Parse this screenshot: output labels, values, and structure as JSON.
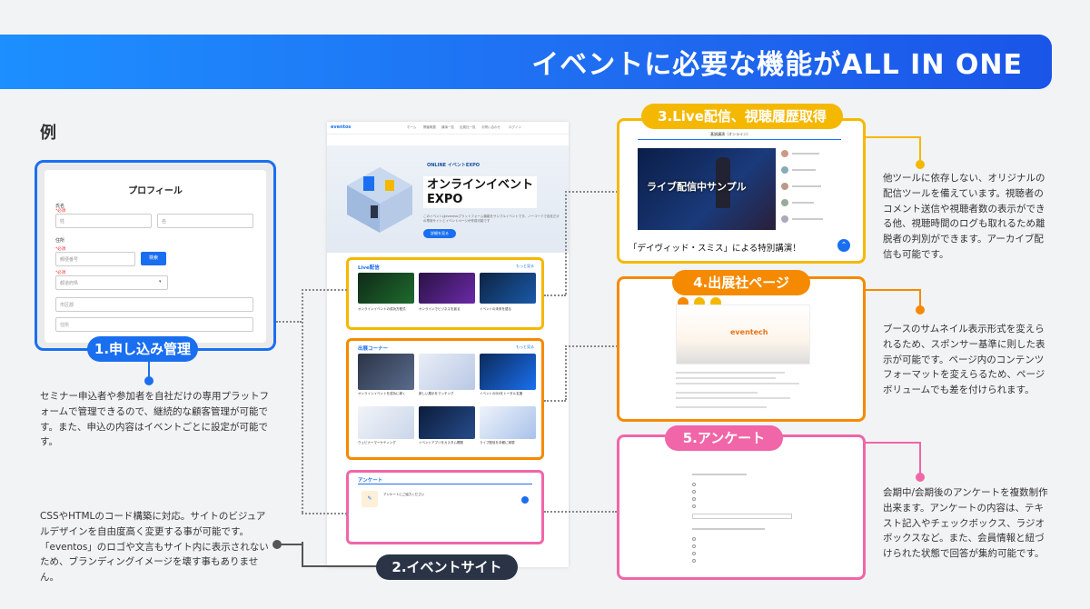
{
  "banner": {
    "title": "イベントに必要な機能がALL IN ONE"
  },
  "example_label": "例",
  "box1": {
    "pill": "1.申し込み管理",
    "form": {
      "title": "プロフィール",
      "name_label": "氏名",
      "required": "*必須",
      "sei_placeholder": "姓",
      "mei_placeholder": "名",
      "address_label": "住所",
      "postal_placeholder": "郵便番号",
      "search_button": "検索",
      "prefecture_placeholder": "都道府県",
      "city_placeholder": "市区郡",
      "street_placeholder": "住所"
    },
    "description": "セミナー申込者や参加者を自社だけの専用プラットフォームで管理できるので、継続的な顧客管理が可能です。また、申込の内容はイベントごとに設定が可能です。"
  },
  "site": {
    "logo": "eventos",
    "nav": [
      "ホーム",
      "開催概要",
      "講演一覧",
      "出展社一覧",
      "お問い合わせ",
      "ログイン"
    ],
    "hero_brand": "ONLINE イベントEXPO",
    "hero_title_line1": "オンラインイベント",
    "hero_title_line2": "EXPO",
    "hero_sub": "このイベントはeventosプラットフォーム機能をサンプルイベントです。ノーコードで自社だけの専用サイトとイベントページが作成可能です",
    "hero_button": "詳細を見る",
    "live_heading": "Live配信",
    "more": "もっと見る",
    "live_items": [
      "オンラインイベントの成功方程式",
      "オンラインでビジネスを創る",
      "イベントの未来を語る"
    ],
    "exh_heading": "出展コーナー",
    "exh_items": [
      "オンラインイベントを成功に導く",
      "新しい展示をマッチング",
      "イベントのDXをトータル支援",
      "ウェビナーマーケティング",
      "イベントアプリをカスタム開発",
      "ライブ配信を手軽に実現"
    ],
    "enq_heading": "アンケート",
    "enq_text": "アンケートにご協力ください"
  },
  "pill2": "2.イベントサイト",
  "site_description": "CSSやHTMLのコード構築に対応。サイトのビジュアルデザインを自由度高く変更する事が可能です。「eventos」のロゴや文言もサイト内に表示されないため、ブランディングイメージを壊す事もありません。",
  "box3": {
    "pill": "3.Live配信、視聴履歴取得",
    "tab": "基調講演（オンライン）",
    "video_text": "ライブ配信中サンプル",
    "caption": "「デイヴィッド・スミス」による特別講演！",
    "description": "他ツールに依存しない、オリジナルの配信ツールを備えています。視聴者のコメント送信や視聴者数の表示ができる他、視聴時間のログも取れるため離脱者の判別ができます。アーカイブ配信も可能です。"
  },
  "box4": {
    "pill": "4.出展社ページ",
    "logo": "eventech",
    "description": "ブースのサムネイル表示形式を変えられるため、スポンサー基準に則した表示が可能です。ページ内のコンテンツフォーマットを変えらるため、ページボリュームでも差を付けられます。"
  },
  "box5": {
    "pill": "5.アンケート",
    "description": "会期中/会期後のアンケートを複数制作出来ます。アンケートの内容は、テキスト記入やチェックボックス、ラジオボックスなど。また、会員情報と紐づけられた状態で回答が集約可能です。"
  },
  "colors": {
    "blue": "#1a6ff0",
    "yellow": "#f5b800",
    "orange": "#f58a00",
    "pink": "#f066a8",
    "navy": "#2b3447"
  }
}
